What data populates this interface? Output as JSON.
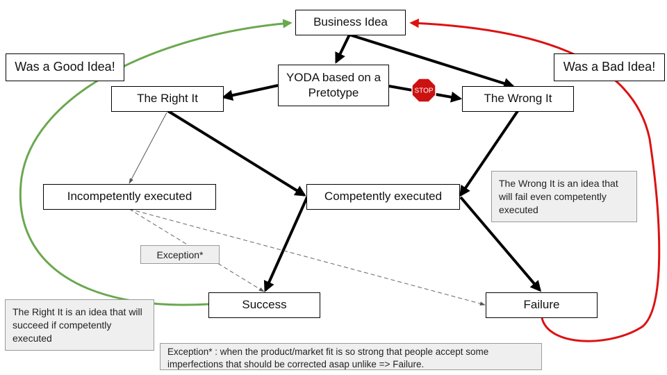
{
  "nodes": {
    "business_idea": "Business Idea",
    "yoda": "YODA based on a Pretotype",
    "right_it": "The Right It",
    "wrong_it": "The Wrong It",
    "incompetent": "Incompetently executed",
    "competent": "Competently executed",
    "success": "Success",
    "failure": "Failure"
  },
  "labels": {
    "good_idea": "Was a Good Idea!",
    "bad_idea": "Was a Bad Idea!",
    "exception": "Exception*"
  },
  "notes": {
    "wrong_it_def": "The Wrong It is an idea that will fail even competently executed",
    "right_it_def": "The Right It is an idea that will succeed if competently executed",
    "exception_def": "Exception* : when the product/market fit is so strong that people accept some imperfections that should be corrected asap unlike => Failure."
  },
  "stop_sign": {
    "text": "STOP",
    "color": "#cc1111"
  },
  "colors": {
    "good_loop": "#6aa84f",
    "bad_loop": "#dd1111",
    "arrow": "#000000",
    "dashed": "#666666"
  }
}
